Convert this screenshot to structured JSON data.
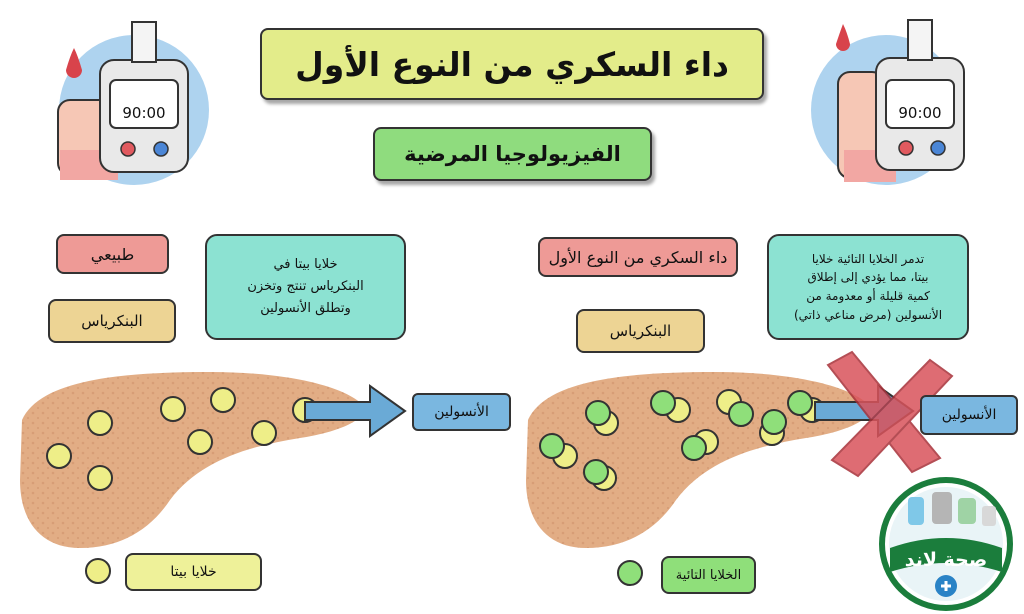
{
  "title": "داء السكري من النوع الأول",
  "subtitle": "الفيزيولوجيا المرضية",
  "normal": {
    "label": "طبيعي",
    "pancreas_label": "البنكرياس",
    "description": [
      "خلايا بيتا في",
      "البنكرياس تنتج وتخزن",
      "وتطلق الأنسولين"
    ],
    "insulin_label": "الأنسولين"
  },
  "type1": {
    "label": "داء السكري من النوع الأول",
    "pancreas_label": "البنكرياس",
    "description": [
      "تدمر الخلايا التائية خلايا",
      "بيتا، مما يؤدي إلى إطلاق",
      "كمية قليلة أو معدومة من",
      "الأنسولين (مرض مناعي ذاتي)"
    ],
    "insulin_label": "الأنسولين"
  },
  "legend": {
    "beta_cells": "خلايا بيتا",
    "t_cells": "الخلايا التائية"
  },
  "meter": {
    "reading_left": "90:00",
    "reading_right": "90:00"
  },
  "logo": {
    "text": "صحة لاند"
  },
  "colors": {
    "beta_cell": "#eeee88",
    "t_cell": "#8fdf7a",
    "pancreas": "#e2ad85",
    "arrow": "#6aaad6",
    "cross": "#d9535b"
  }
}
